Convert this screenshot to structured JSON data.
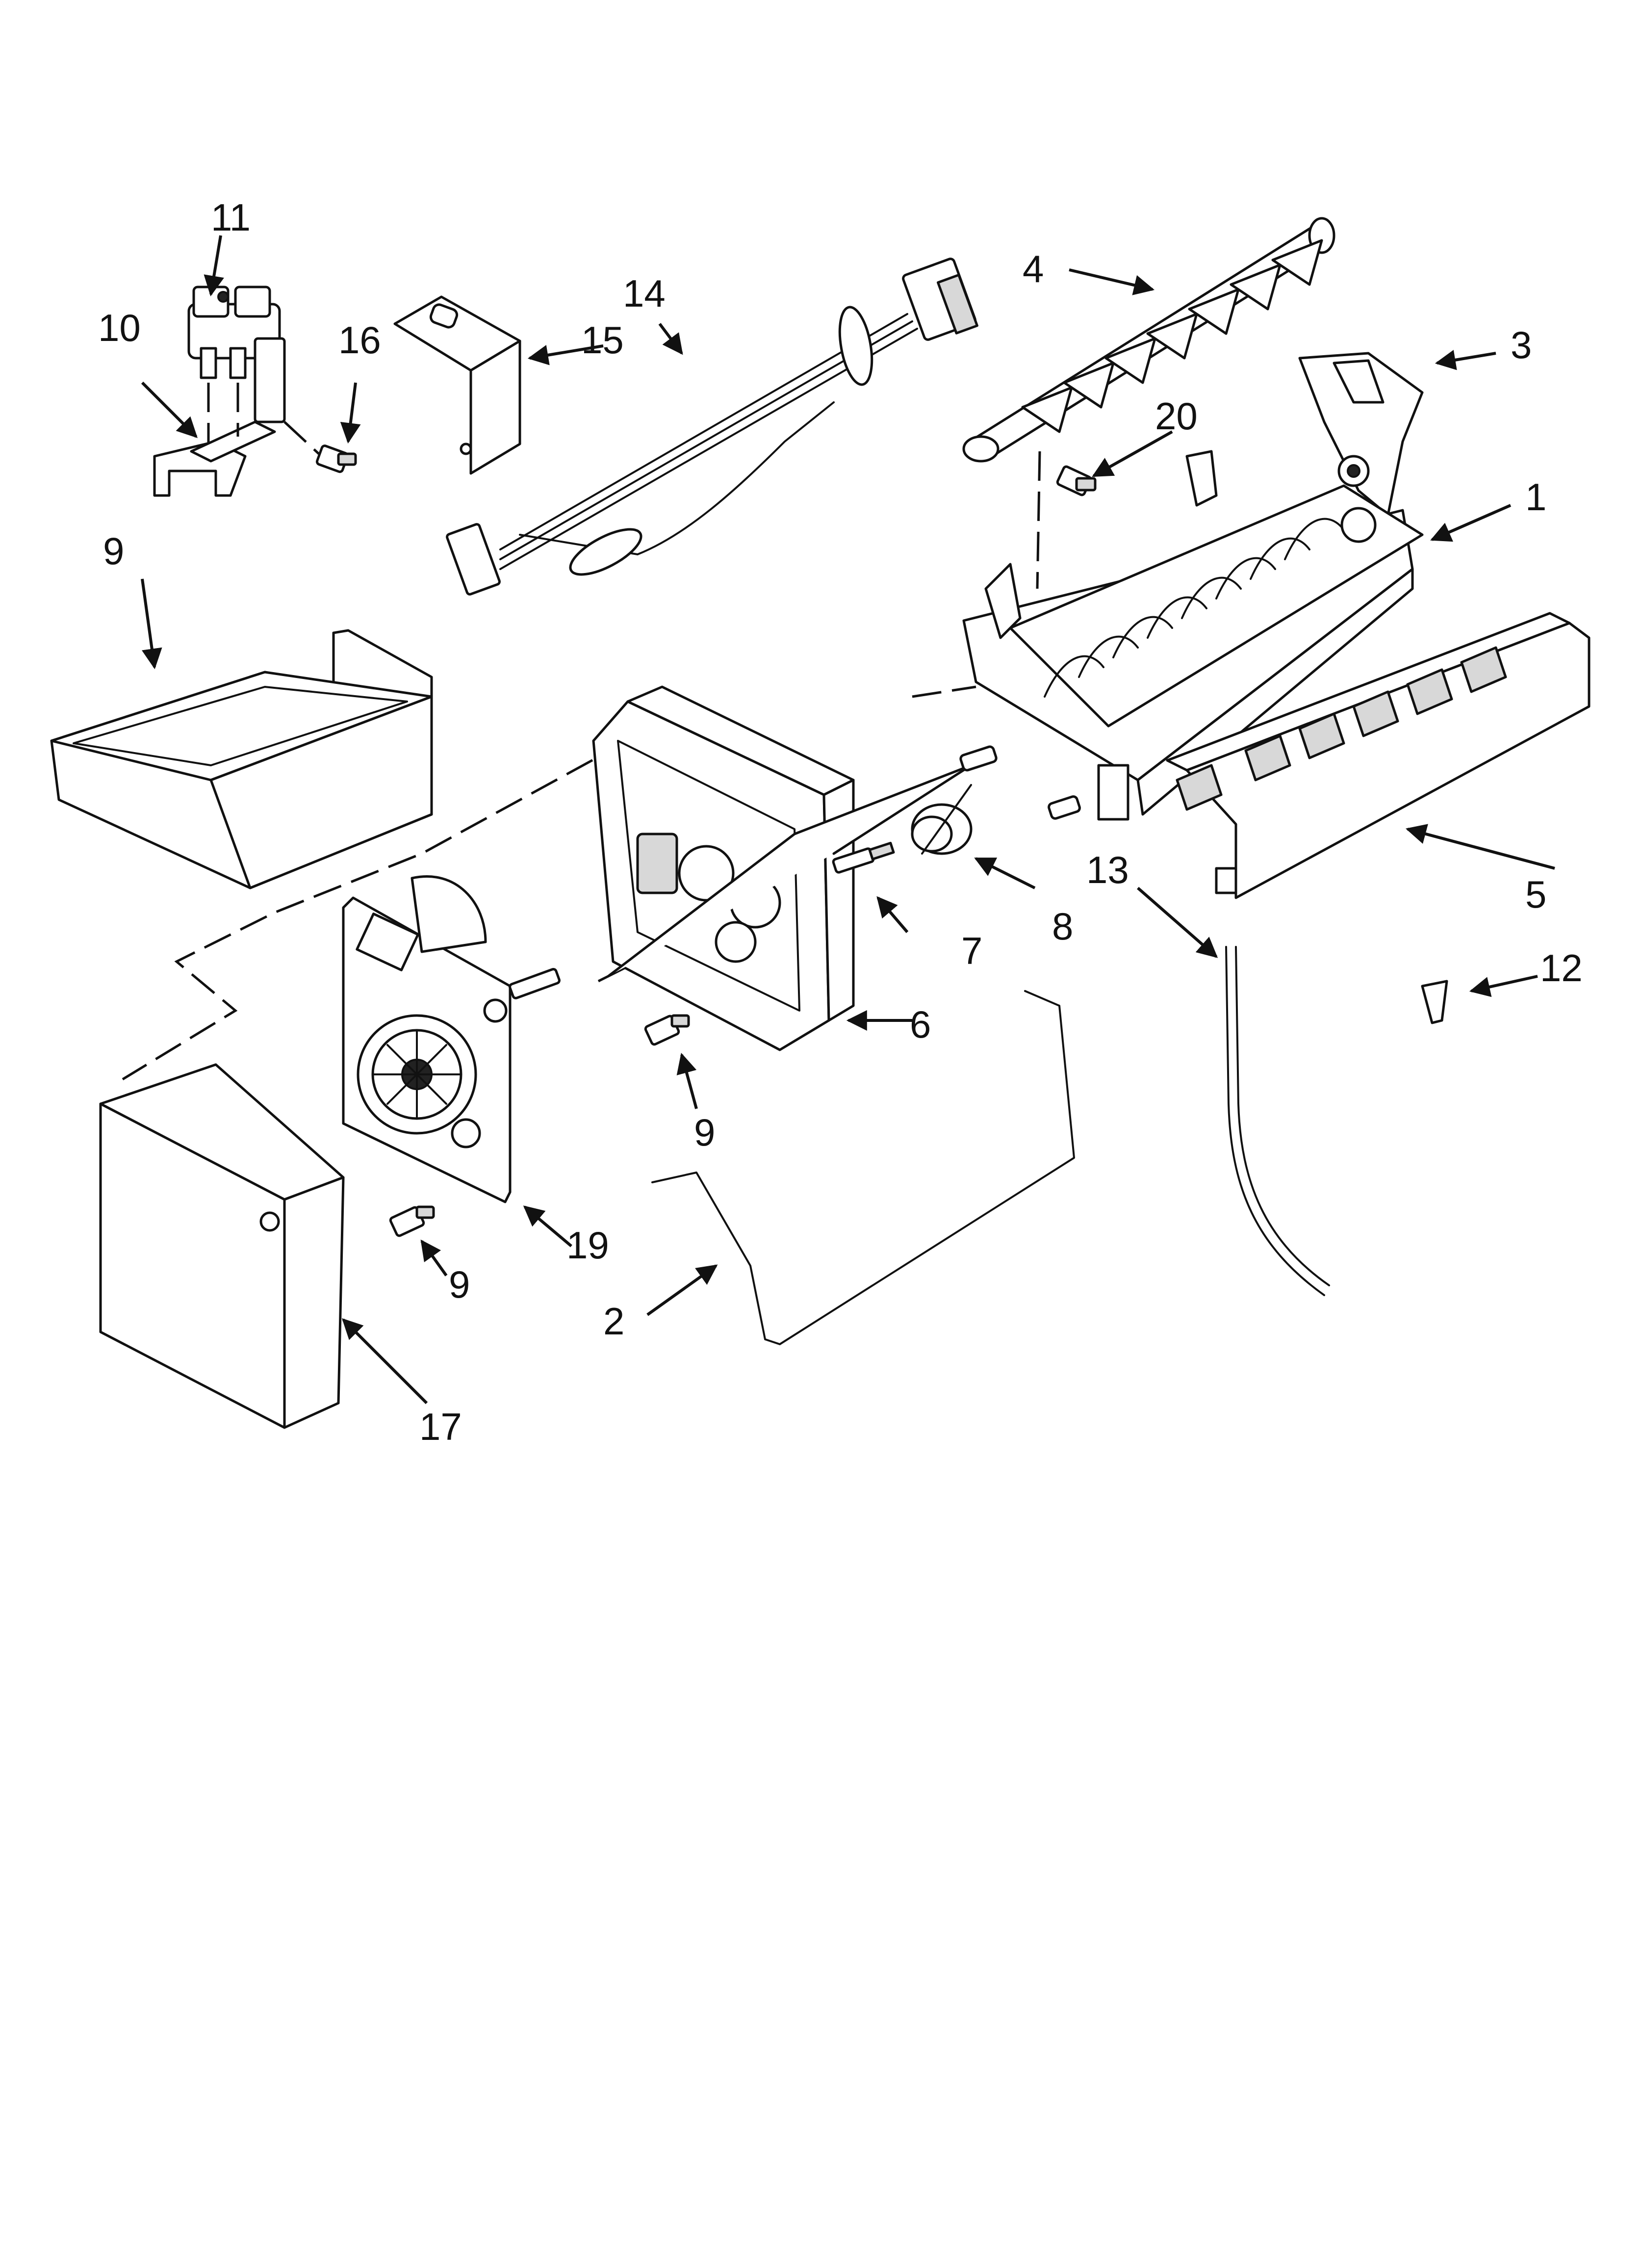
{
  "diagram": {
    "type": "exploded parts diagram",
    "callouts": [
      {
        "id": "c1",
        "label": "1"
      },
      {
        "id": "c2",
        "label": "2"
      },
      {
        "id": "c3",
        "label": "3"
      },
      {
        "id": "c4",
        "label": "4"
      },
      {
        "id": "c5",
        "label": "5"
      },
      {
        "id": "c6",
        "label": "6"
      },
      {
        "id": "c7",
        "label": "7"
      },
      {
        "id": "c8",
        "label": "8"
      },
      {
        "id": "c9a",
        "label": "9"
      },
      {
        "id": "c9b",
        "label": "9"
      },
      {
        "id": "c10",
        "label": "10"
      },
      {
        "id": "c11",
        "label": "11"
      },
      {
        "id": "c12",
        "label": "12"
      },
      {
        "id": "c13",
        "label": "13"
      },
      {
        "id": "c14",
        "label": "14"
      },
      {
        "id": "c15",
        "label": "15"
      },
      {
        "id": "c16",
        "label": "16"
      },
      {
        "id": "c17",
        "label": "17"
      },
      {
        "id": "c18",
        "label": "18"
      },
      {
        "id": "c19",
        "label": "19"
      },
      {
        "id": "c20",
        "label": "20"
      }
    ]
  },
  "colors": {
    "line": "#111111",
    "background": "#ffffff",
    "shade": "#d8d8d8"
  }
}
